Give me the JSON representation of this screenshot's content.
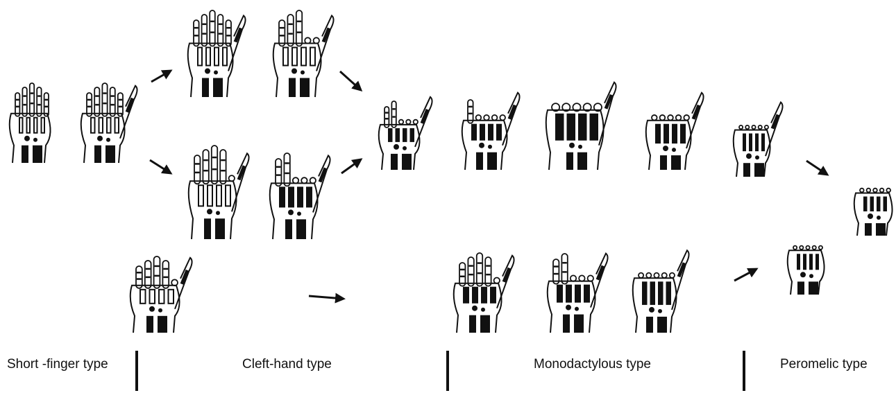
{
  "categories": [
    {
      "label": "Short -finger type"
    },
    {
      "label": "Cleft-hand type"
    },
    {
      "label": "Monodactylous type"
    },
    {
      "label": "Peromelic type"
    }
  ],
  "colors": {
    "ink": "#111111",
    "paper": "#ffffff"
  }
}
